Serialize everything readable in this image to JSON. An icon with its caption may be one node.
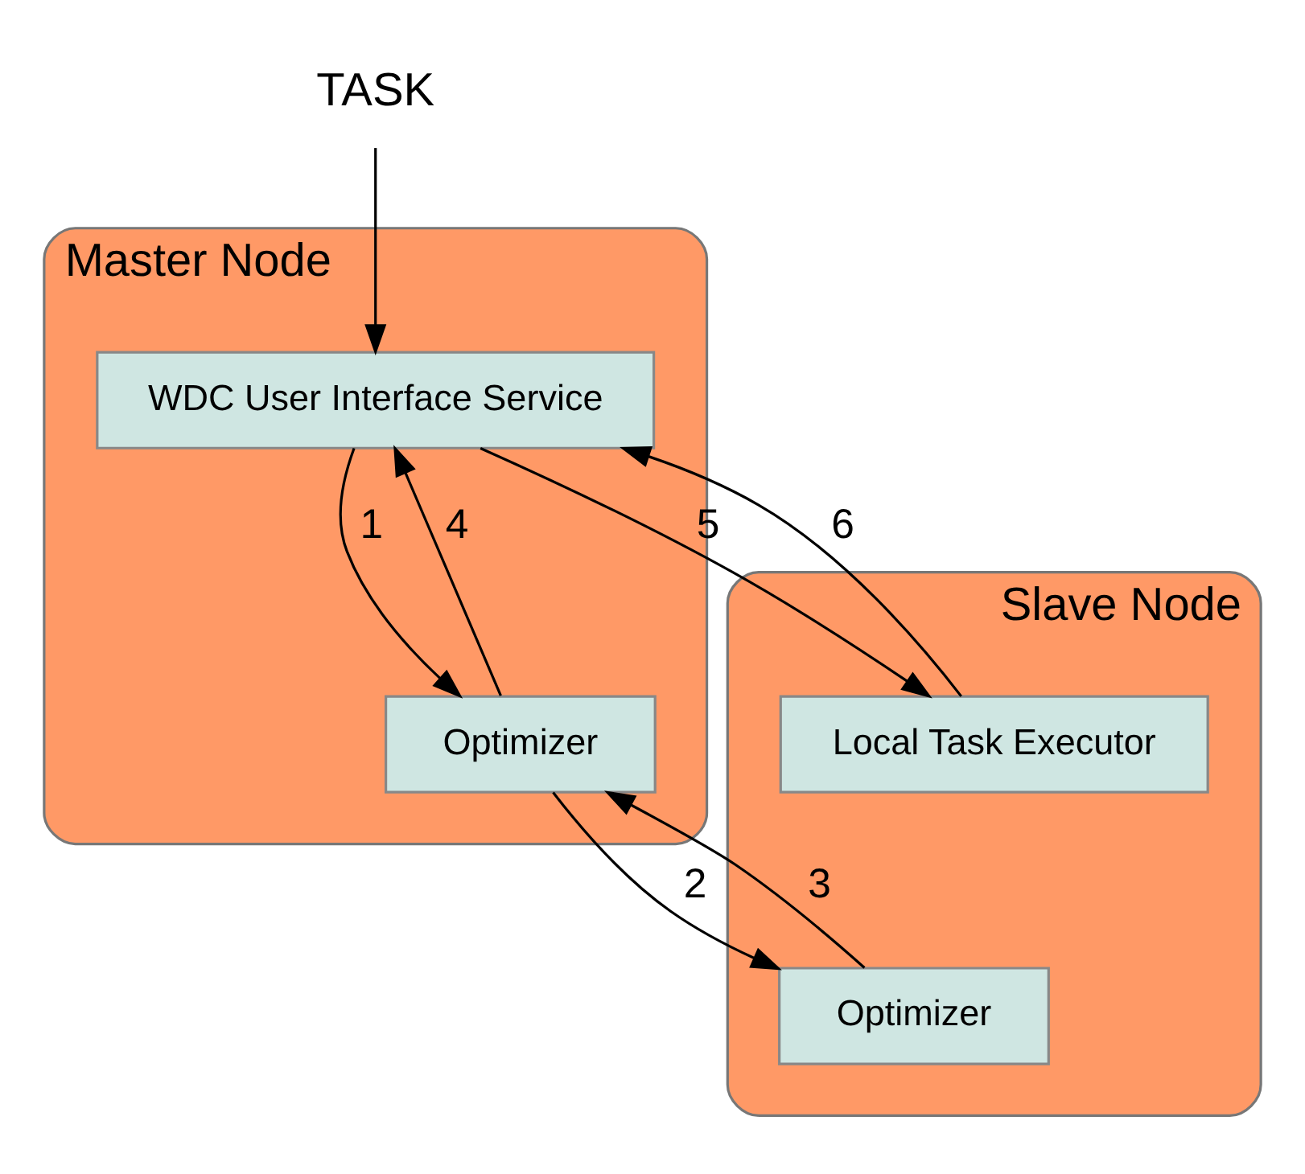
{
  "diagram": {
    "nodes": [
      {
        "text": [
          "TASK"
        ]
      },
      {
        "text": [
          "Master Node"
        ]
      },
      {
        "text": [
          "WDC User Interface Service"
        ],
        "in": 1
      },
      {
        "text": [
          "Optimizer"
        ],
        "in": 1
      },
      {
        "text": [
          "Slave Node"
        ]
      },
      {
        "text": [
          "Optimizer"
        ],
        "in": 4
      },
      {
        "text": [
          "Local Task Executor"
        ],
        "in": 4
      }
    ],
    "edges": [
      {
        "from": 0,
        "to": 2,
        "arrow": "to"
      },
      {
        "from": 2,
        "to": 3,
        "arrow": "to",
        "label": "1"
      },
      {
        "from": 3,
        "to": 2,
        "arrow": "to",
        "label": "4"
      },
      {
        "from": 3,
        "to": 5,
        "arrow": "to",
        "label": "2"
      },
      {
        "from": 5,
        "to": 3,
        "arrow": "to",
        "label": "3"
      },
      {
        "from": 2,
        "to": 6,
        "arrow": "to",
        "label": "5"
      },
      {
        "from": 6,
        "to": 2,
        "arrow": "to",
        "label": "6"
      }
    ]
  }
}
